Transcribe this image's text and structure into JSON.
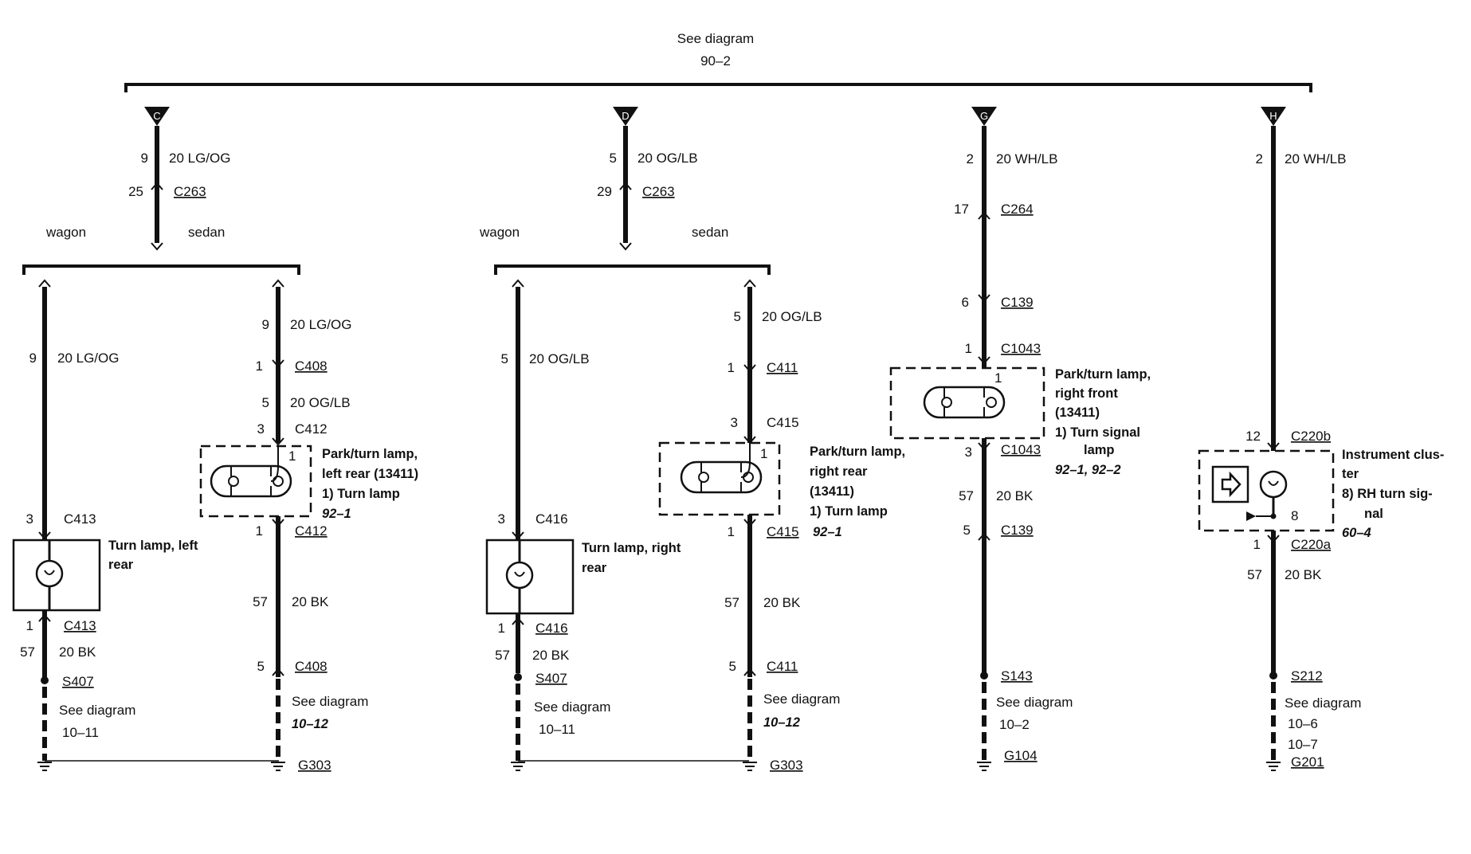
{
  "top": {
    "see_line1": "See diagram",
    "see_line2": "90–2"
  },
  "markers": [
    "C",
    "D",
    "G",
    "H"
  ],
  "c": {
    "pin": "9",
    "wire": "20 LG/OG",
    "conn_pin": "25",
    "conn": "C263",
    "wagon": "wagon",
    "sedan": "sedan",
    "w": {
      "pin": "9",
      "wire": "20 LG/OG",
      "c413_top_pin": "3",
      "c413": "C413",
      "lamp1": "Turn lamp, left",
      "lamp2": "rear",
      "c413_bot_pin": "1",
      "gnd_pin": "57",
      "gnd_wire": "20 BK",
      "splice": "S407",
      "see1": "See diagram",
      "see2": "10–11"
    },
    "s": {
      "pin": "9",
      "wire": "20 LG/OG",
      "c408_pin": "1",
      "c408": "C408",
      "pin2": "5",
      "wire2": "20 OG/LB",
      "c412_pin": "3",
      "c412": "C412",
      "box_pin": "1",
      "lamp1": "Park/turn lamp,",
      "lamp2": "left rear (13411)",
      "lamp3": "1)    Turn lamp",
      "lamp4": "92–1",
      "c412b_pin": "1",
      "c412b": "C412",
      "gnd_pin": "57",
      "gnd_wire": "20 BK",
      "c408b_pin": "5",
      "c408b": "C408",
      "see1": "See diagram",
      "see2": "10–12",
      "ground": "G303"
    }
  },
  "d": {
    "pin": "5",
    "wire": "20 OG/LB",
    "conn_pin": "29",
    "conn": "C263",
    "wagon": "wagon",
    "sedan": "sedan",
    "w": {
      "pin": "5",
      "wire": "20 OG/LB",
      "c416_top_pin": "3",
      "c416": "C416",
      "lamp1": "Turn lamp, right",
      "lamp2": "rear",
      "c416_bot_pin": "1",
      "gnd_pin": "57",
      "gnd_wire": "20 BK",
      "splice": "S407",
      "see1": "See diagram",
      "see2": "10–11"
    },
    "s": {
      "pin": "5",
      "wire": "20 OG/LB",
      "c411_pin": "1",
      "c411": "C411",
      "c415_pin": "3",
      "c415": "C415",
      "box_pin": "1",
      "lamp1": "Park/turn lamp,",
      "lamp2": "right rear",
      "lamp3": "(13411)",
      "lamp4": "1)    Turn lamp",
      "c415b_pin": "1",
      "c415b": "C415",
      "c415b_ref": "92–1",
      "gnd_pin": "57",
      "gnd_wire": "20 BK",
      "c411b_pin": "5",
      "c411b": "C411",
      "see1": "See diagram",
      "see2": "10–12",
      "ground": "G303"
    }
  },
  "g": {
    "pin": "2",
    "wire": "20 WH/LB",
    "c264_pin": "17",
    "c264": "C264",
    "c139_pin": "6",
    "c139": "C139",
    "c1043_pin": "1",
    "c1043": "C1043",
    "box_pin": "1",
    "lamp1": "Park/turn lamp,",
    "lamp2": "right front",
    "lamp3": "(13411)",
    "lamp4": "1)    Turn signal",
    "lamp5": "lamp",
    "lamp6": "92–1, 92–2",
    "c1043b_pin": "3",
    "c1043b": "C1043",
    "gnd_pin": "57",
    "gnd_wire": "20 BK",
    "c139b_pin": "5",
    "c139b": "C139",
    "splice": "S143",
    "see1": "See diagram",
    "see2": "10–2",
    "ground": "G104"
  },
  "h": {
    "pin": "2",
    "wire": "20 WH/LB",
    "c220b_pin": "12",
    "c220b": "C220b",
    "box_pin": "8",
    "ic1": "Instrument clus-",
    "ic2": "ter",
    "ic3": "8)    RH turn sig-",
    "ic4": "nal",
    "ic5": "60–4",
    "c220a_pin": "1",
    "c220a": "C220a",
    "gnd_pin": "57",
    "gnd_wire": "20 BK",
    "splice": "S212",
    "see1": "See diagram",
    "see2": "10–6",
    "see3": "10–7",
    "ground": "G201"
  }
}
